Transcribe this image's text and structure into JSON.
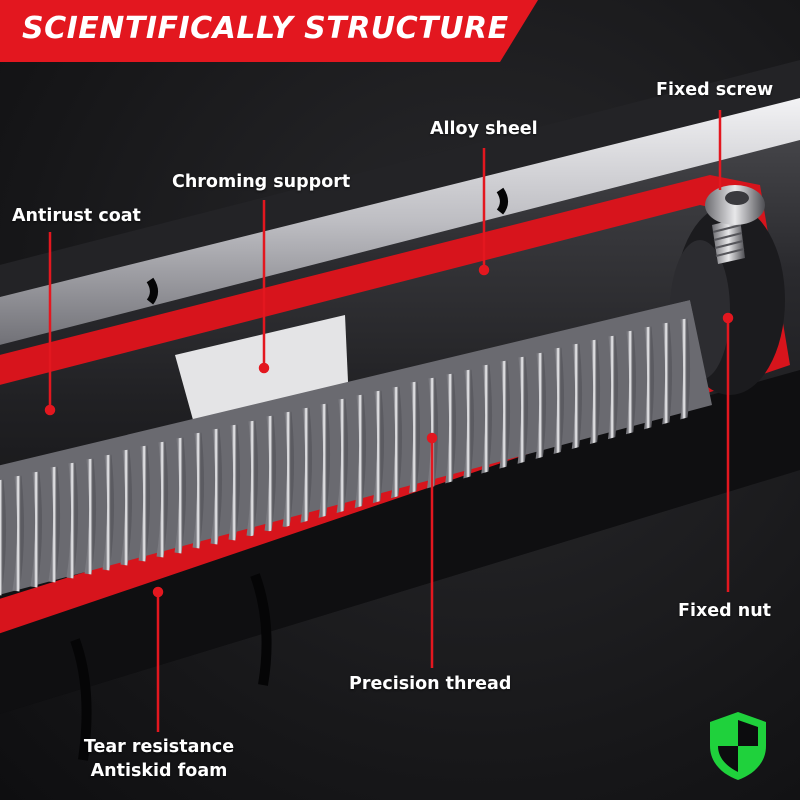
{
  "title": "SCIENTIFICALLY STRUCTURE",
  "labels": {
    "fixed_screw": "Fixed screw",
    "alloy_shell": "Alloy sheel",
    "chroming_support": "Chroming support",
    "antirust_coat": "Antirust coat",
    "fixed_nut": "Fixed nut",
    "precision_thread": "Precision thread",
    "tear_resistance": "Tear resistance",
    "antiskid_foam": "Antiskid foam"
  },
  "colors": {
    "accent_red": "#e3171f",
    "badge_green": "#1fd13c",
    "background": "#1a1a1c"
  },
  "icons": {
    "badge": "shield-icon"
  }
}
